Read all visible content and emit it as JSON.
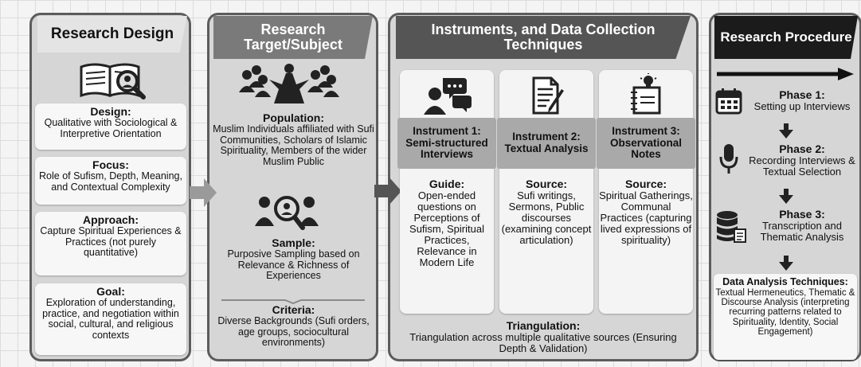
{
  "research_design": {
    "title": "Research Design",
    "design": {
      "title": "Design:",
      "text": "Qualitative with Sociological & Interpretive Orientation"
    },
    "focus": {
      "title": "Focus:",
      "text": "Role of Sufism, Depth, Meaning, and Contextual Complexity"
    },
    "approach": {
      "title": "Approach:",
      "text": "Capture Spiritual Experiences & Practices (not purely quantitative)"
    },
    "goal": {
      "title": "Goal:",
      "text": "Exploration of understanding, practice, and negotiation within social, cultural, and religious contexts"
    }
  },
  "research_target": {
    "title": "Research Target/Subject",
    "population": {
      "title": "Population:",
      "text": "Muslim Individuals affiliated with Sufi Communities, Scholars of Islamic Spirituality, Members of the wider Muslim Public"
    },
    "sample": {
      "title": "Sample:",
      "text": "Purposive Sampling based on Relevance & Richness of Experiences"
    },
    "criteria": {
      "title": "Criteria:",
      "text": "Diverse Backgrounds (Sufi orders, age groups, sociocultural environments)"
    }
  },
  "instruments": {
    "title": "Instruments, and Data Collection Techniques",
    "items": [
      {
        "head": "Instrument 1: Semi-structured Interviews",
        "label": "Guide:",
        "text": "Open-ended questions on Perceptions of Sufism, Spiritual Practices, Relevance in Modern Life",
        "icon": "interview-chat-icon"
      },
      {
        "head": "Instrument 2: Textual Analysis",
        "label": "Source:",
        "text": "Sufi writings, Sermons, Public discourses (examining concept articulation)",
        "icon": "document-pen-icon"
      },
      {
        "head": "Instrument 3: Observational Notes",
        "label": "Source:",
        "text": "Spiritual Gatherings, Communal Practices (capturing lived expressions of spirituality)",
        "icon": "notebook-bulb-icon"
      }
    ],
    "triangulation": {
      "title": "Triangulation:",
      "text": "Triangulation across multiple qualitative sources (Ensuring Depth & Validation)"
    }
  },
  "procedure": {
    "title": "Research Procedure",
    "phases": [
      {
        "title": "Phase 1:",
        "text": "Setting up Interviews",
        "icon": "calendar-icon"
      },
      {
        "title": "Phase 2:",
        "text": "Recording Interviews & Textual Selection",
        "icon": "microphone-icon"
      },
      {
        "title": "Phase 3:",
        "text": "Transcription and Thematic Analysis",
        "icon": "database-icon"
      }
    ],
    "analysis": {
      "title": "Data Analysis Techniques:",
      "text": "Textual Hermeneutics, Thematic & Discourse Analysis (interpreting recurring patterns related to Spirituality, Identity, Social Engagement)"
    }
  }
}
